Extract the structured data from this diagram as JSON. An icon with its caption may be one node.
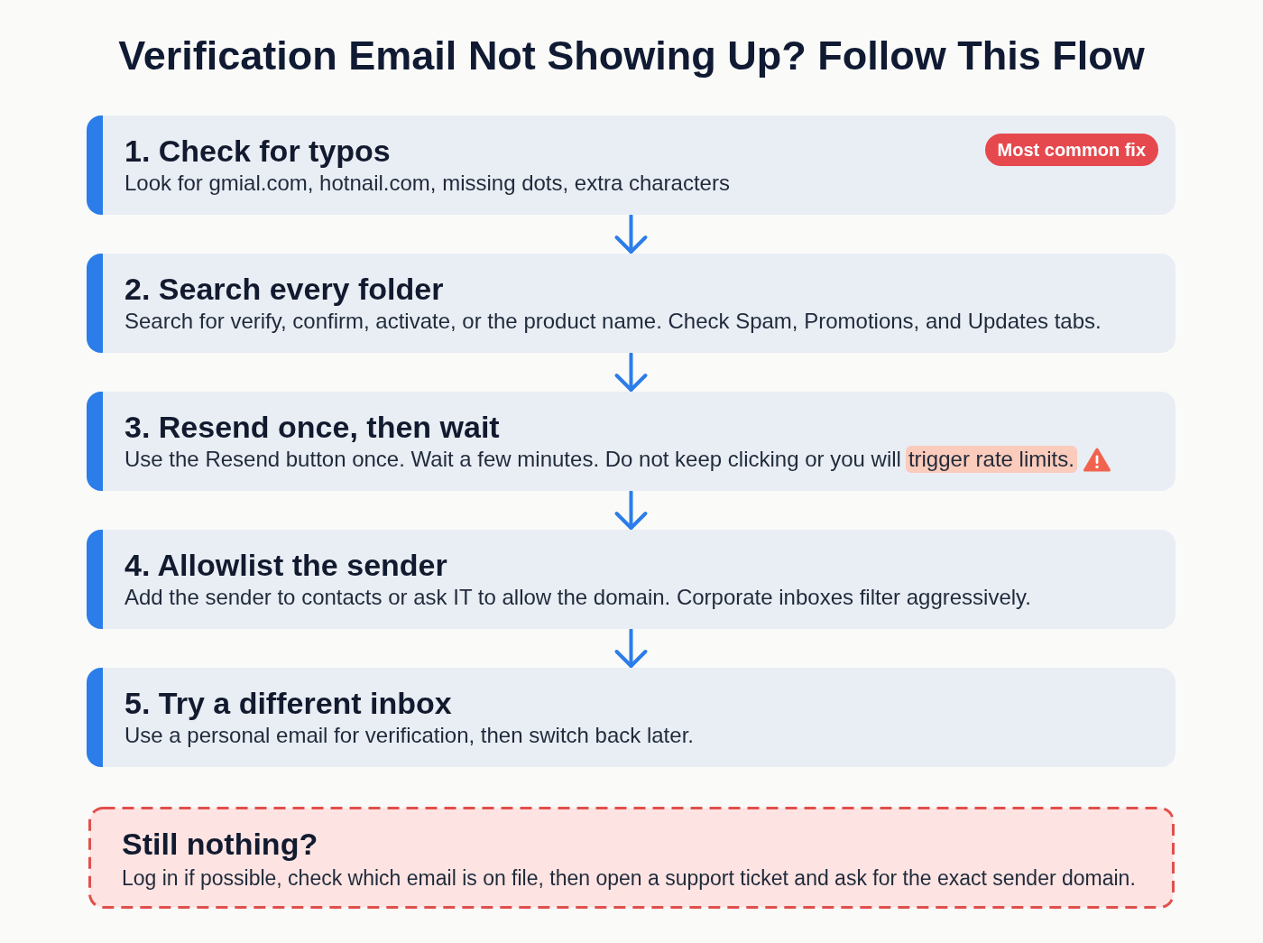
{
  "diagram": {
    "title": "Verification Email Not Showing Up? Follow This Flow",
    "nodes": [
      {
        "text": [
          "1. Check for typos",
          "Look for gmial.com, hotnail.com, missing dots, extra characters"
        ]
      },
      {
        "text": [
          "Most common fix"
        ],
        "in": 0
      },
      {
        "text": [
          "2. Search every folder",
          "Search for verify, confirm, activate, or the product name. Check Spam, Promotions, and Updates tabs."
        ]
      },
      {
        "text": [
          "3. Resend once, then wait",
          "Use the Resend button once. Wait a few minutes. Do not keep clicking or you will",
          "trigger rate limits."
        ]
      },
      {
        "text": [
          "4. Allowlist the sender",
          "Add the sender to contacts or ask IT to allow the domain. Corporate inboxes filter aggressively."
        ]
      },
      {
        "text": [
          "5. Try a different inbox",
          "Use a personal email for verification, then switch back later."
        ]
      },
      {
        "text": [
          "Still nothing?",
          "Log in if possible, check which email is on file, then open a support ticket and ask for the exact sender domain."
        ]
      }
    ],
    "edges": [
      {
        "from": 0,
        "to": 2,
        "arrow": "to"
      },
      {
        "from": 2,
        "to": 3,
        "arrow": "to"
      },
      {
        "from": 3,
        "to": 4,
        "arrow": "to"
      },
      {
        "from": 4,
        "to": 5,
        "arrow": "to"
      }
    ]
  }
}
